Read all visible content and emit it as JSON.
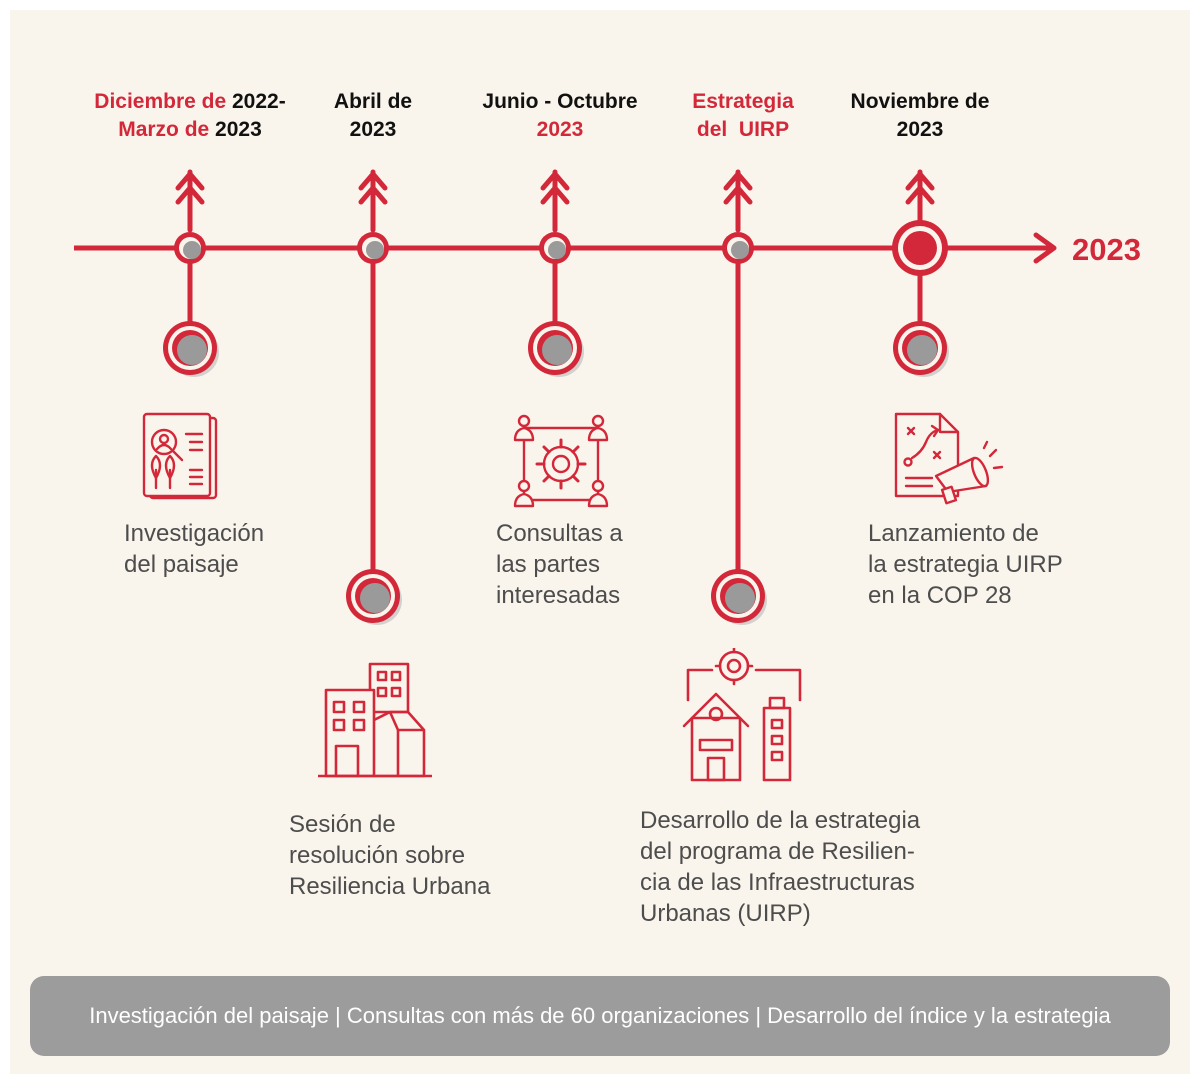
{
  "colors": {
    "accent": "#d3283a",
    "node_fill": "#9a9a9a",
    "background": "#faf5ec",
    "footer_bg": "#9c9c9c"
  },
  "timeline": {
    "end_label": "2023"
  },
  "milestones": [
    {
      "date_parts": [
        "Diciembre de",
        " 2022-",
        "Marzo de",
        " 2023"
      ],
      "description": [
        "Investigación",
        "del paisaje"
      ],
      "icon": "document-research-icon"
    },
    {
      "date_parts": [
        "Abril de",
        "2023"
      ],
      "description": [
        "Sesión de",
        "resolución sobre",
        "Resiliencia Urbana"
      ],
      "icon": "buildings-icon"
    },
    {
      "date_parts": [
        "Junio - Octubre",
        "2023"
      ],
      "description": [
        "Consultas a",
        "las partes",
        "interesadas"
      ],
      "icon": "stakeholder-gear-icon"
    },
    {
      "date_parts": [
        "Estrategia",
        "del  UIRP"
      ],
      "description": [
        "Desarrollo de la estrategia",
        "del programa de Resilien-",
        "cia de las Infraestructuras",
        "Urbanas (UIRP)"
      ],
      "icon": "house-tower-gear-icon"
    },
    {
      "date_parts": [
        "Noviembre de",
        "2023"
      ],
      "description": [
        "Lanzamiento de",
        "la estrategia UIRP",
        "en la COP 28"
      ],
      "icon": "strategy-megaphone-icon"
    }
  ],
  "footer": {
    "text": "Investigación del paisaje | Consultas con más de 60 organizaciones | Desarrollo del índice y la estrategia"
  }
}
